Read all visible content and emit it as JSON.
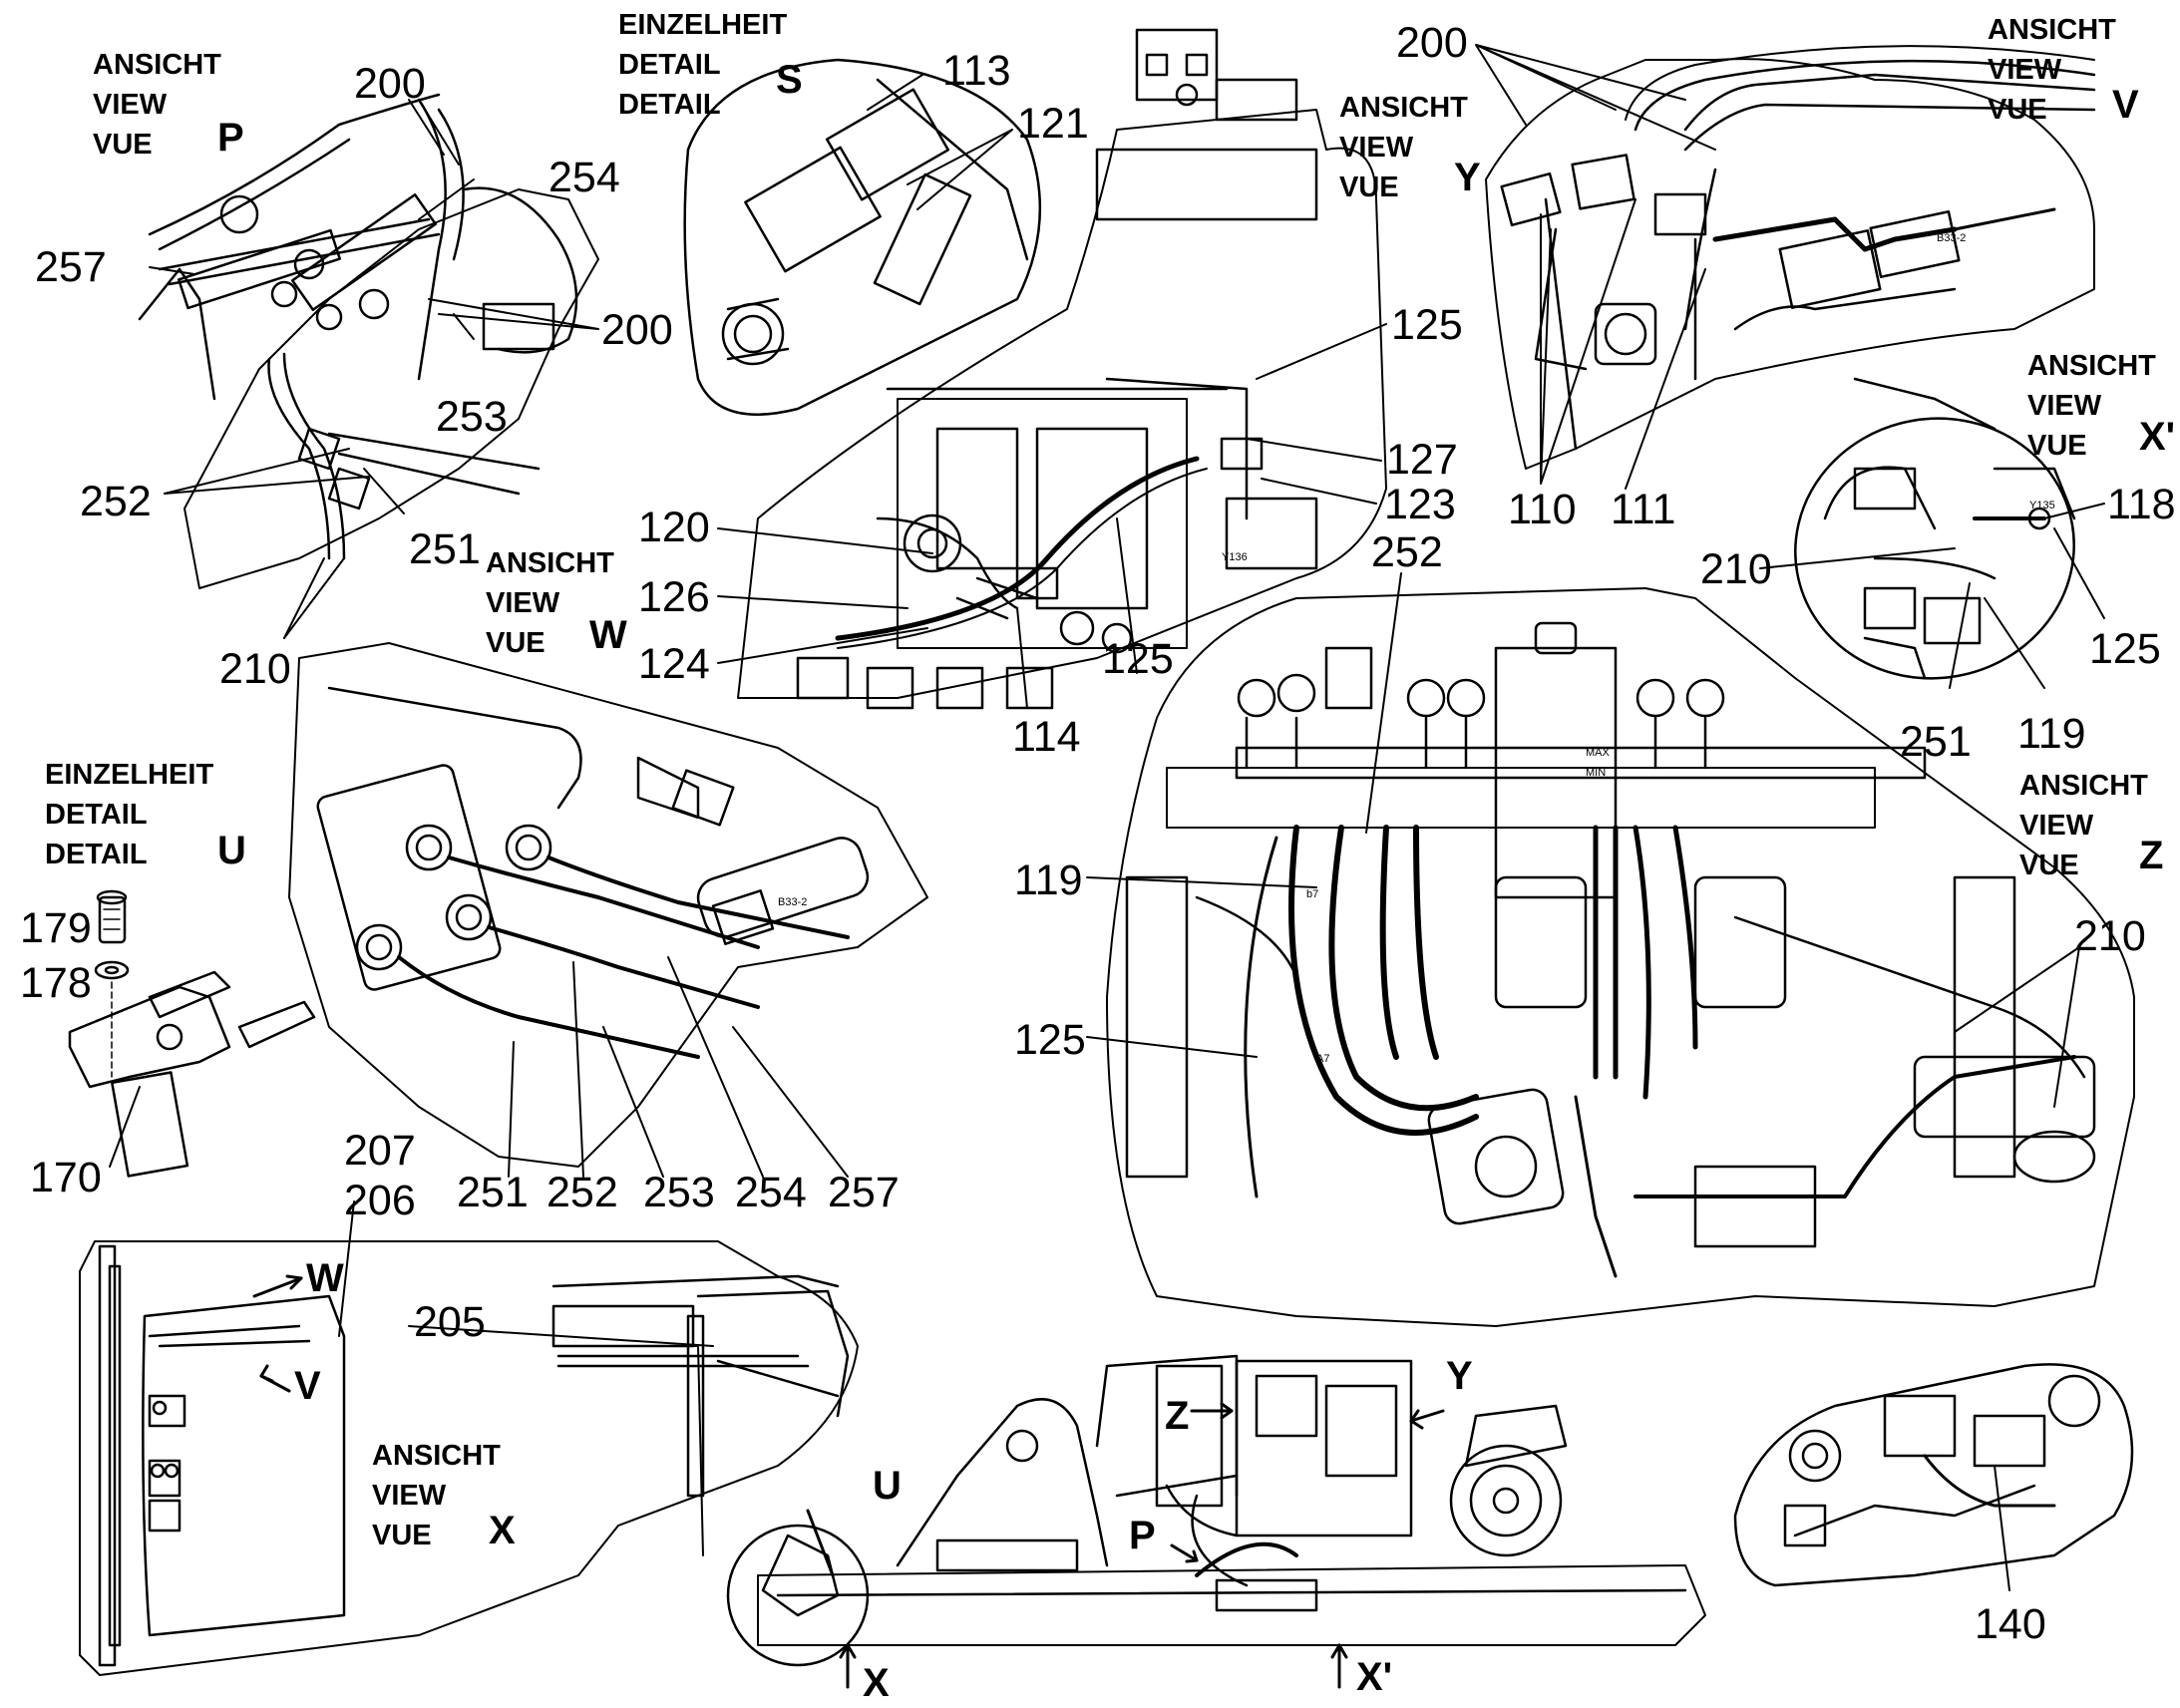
{
  "views": {
    "P": {
      "l1": "ANSICHT",
      "l2": "VIEW",
      "l3": "VUE",
      "letter": "P"
    },
    "S": {
      "l1": "EINZELHEIT",
      "l2": "DETAIL",
      "l3": "DETAIL",
      "letter": "S"
    },
    "Y": {
      "l1": "ANSICHT",
      "l2": "VIEW",
      "l3": "VUE",
      "letter": "Y"
    },
    "V": {
      "l1": "ANSICHT",
      "l2": "VIEW",
      "l3": "VUE",
      "letter": "V"
    },
    "Xp": {
      "l1": "ANSICHT",
      "l2": "VIEW",
      "l3": "VUE",
      "letter": "X'"
    },
    "W": {
      "l1": "ANSICHT",
      "l2": "VIEW",
      "l3": "VUE",
      "letter": "W"
    },
    "U": {
      "l1": "EINZELHEIT",
      "l2": "DETAIL",
      "l3": "DETAIL",
      "letter": "U"
    },
    "Z": {
      "l1": "ANSICHT",
      "l2": "VIEW",
      "l3": "VUE",
      "letter": "Z"
    },
    "X": {
      "l1": "ANSICHT",
      "l2": "VIEW",
      "l3": "VUE",
      "letter": "X"
    }
  },
  "callouts": {
    "p200": "200",
    "p254": "254",
    "p257": "257",
    "p200b": "200",
    "p253": "253",
    "p252": "252",
    "p251": "251",
    "p210": "210",
    "s113": "113",
    "s121": "121",
    "s125a": "125",
    "s127": "127",
    "s123": "123",
    "s120": "120",
    "s126": "126",
    "s124": "124",
    "s114": "114",
    "s125b": "125",
    "y200": "200",
    "y110": "110",
    "y111": "111",
    "x118": "118",
    "x210": "210",
    "x125": "125",
    "x251": "251",
    "x119": "119",
    "z252": "252",
    "z119": "119",
    "z125": "125",
    "z210": "210",
    "w251": "251",
    "w252": "252",
    "w253": "253",
    "w254": "254",
    "w257": "257",
    "u179": "179",
    "u178": "178",
    "u170": "170",
    "x207": "207",
    "x206": "206",
    "x205": "205",
    "m140": "140"
  },
  "markers": {
    "W": "W",
    "V": "V",
    "Z": "Z",
    "Y": "Y",
    "U": "U",
    "P": "P",
    "X": "X",
    "Xp": "X'"
  },
  "small_marks": {
    "b33a": "B33-2",
    "b33b": "B33-2",
    "y136": "Y136",
    "y135": "Y135",
    "b7": "b7",
    "a7": "A7",
    "max": "MAX",
    "min": "MIN"
  }
}
